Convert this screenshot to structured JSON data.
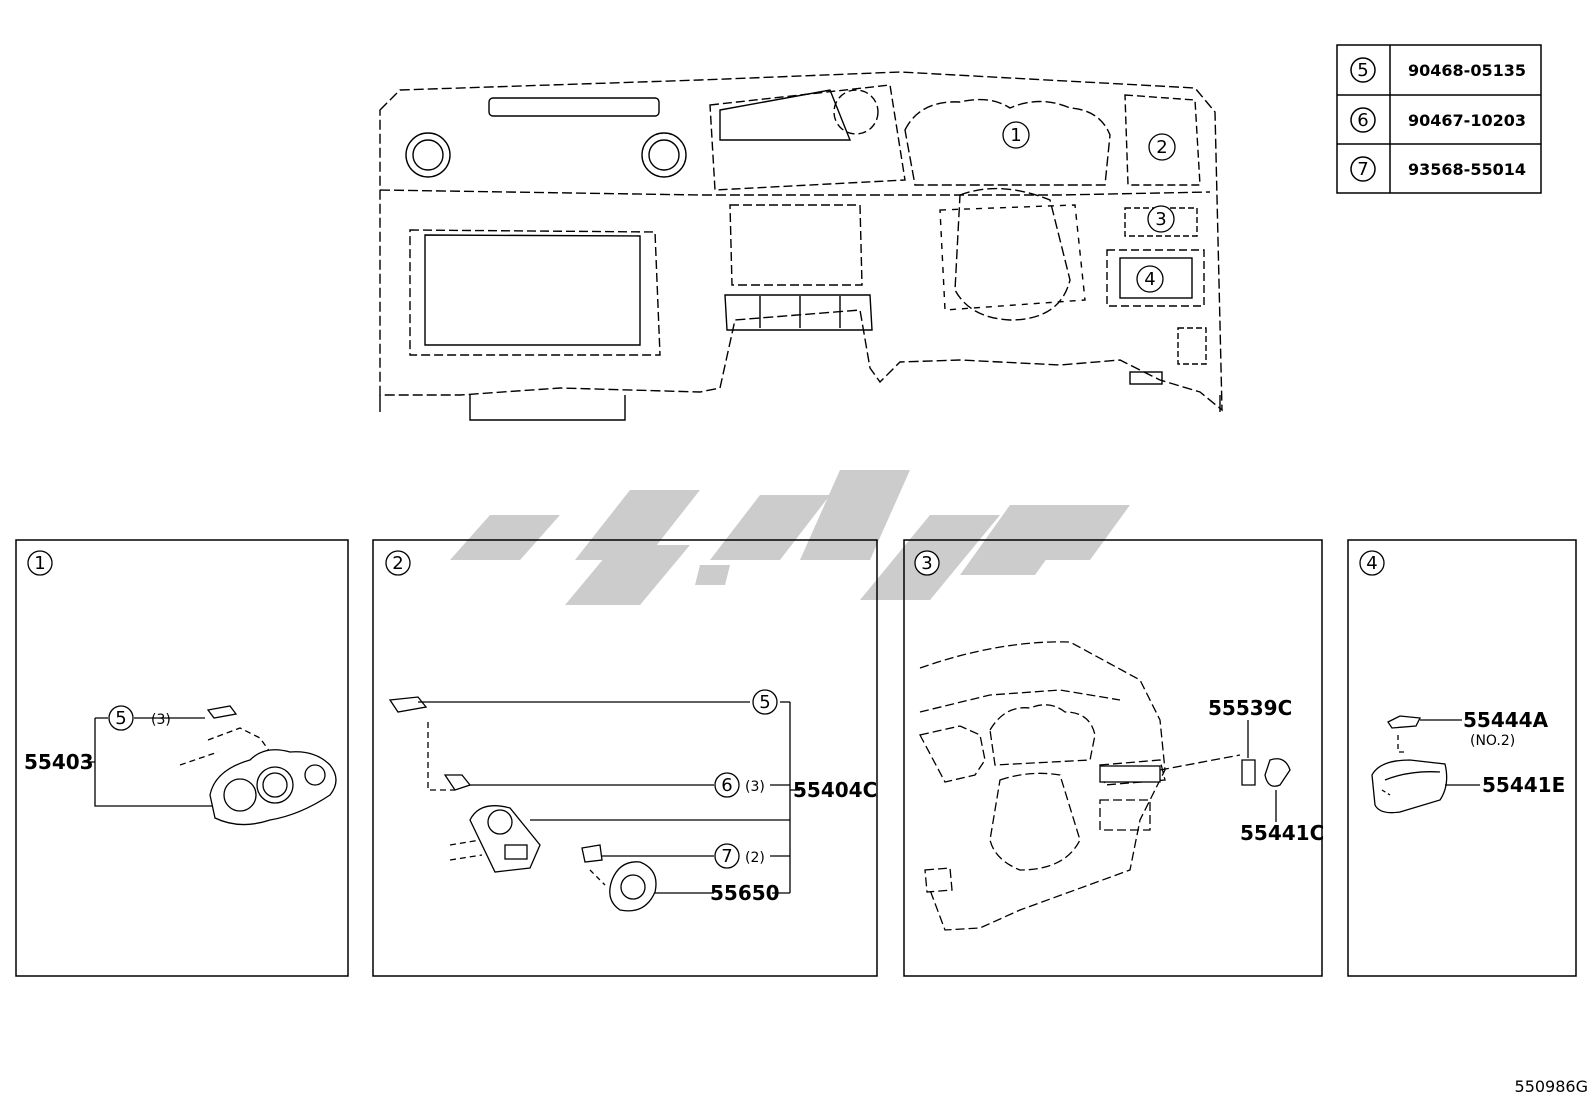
{
  "parts_table": [
    {
      "ref": "5",
      "part": "90468-05135"
    },
    {
      "ref": "6",
      "part": "90467-10203"
    },
    {
      "ref": "7",
      "part": "93568-55014"
    }
  ],
  "overview_callouts": [
    "1",
    "2",
    "3",
    "4"
  ],
  "panels": [
    {
      "id": "1",
      "labels": {
        "main": "55403",
        "ref": "5",
        "qty": "(3)"
      }
    },
    {
      "id": "2",
      "labels": {
        "ref5": "5",
        "ref6": "6",
        "qty6": "(3)",
        "ref7": "7",
        "qty7": "(2)",
        "main": "55404C",
        "sub": "55650"
      }
    },
    {
      "id": "3",
      "labels": {
        "a": "55539C",
        "b": "55441C"
      }
    },
    {
      "id": "4",
      "labels": {
        "a": "55444A",
        "a_note": "(NO.2)",
        "b": "55441E"
      }
    }
  ],
  "diagram_code": "550986G",
  "colors": {
    "line": "#000000",
    "watermark": "#cccccc"
  }
}
